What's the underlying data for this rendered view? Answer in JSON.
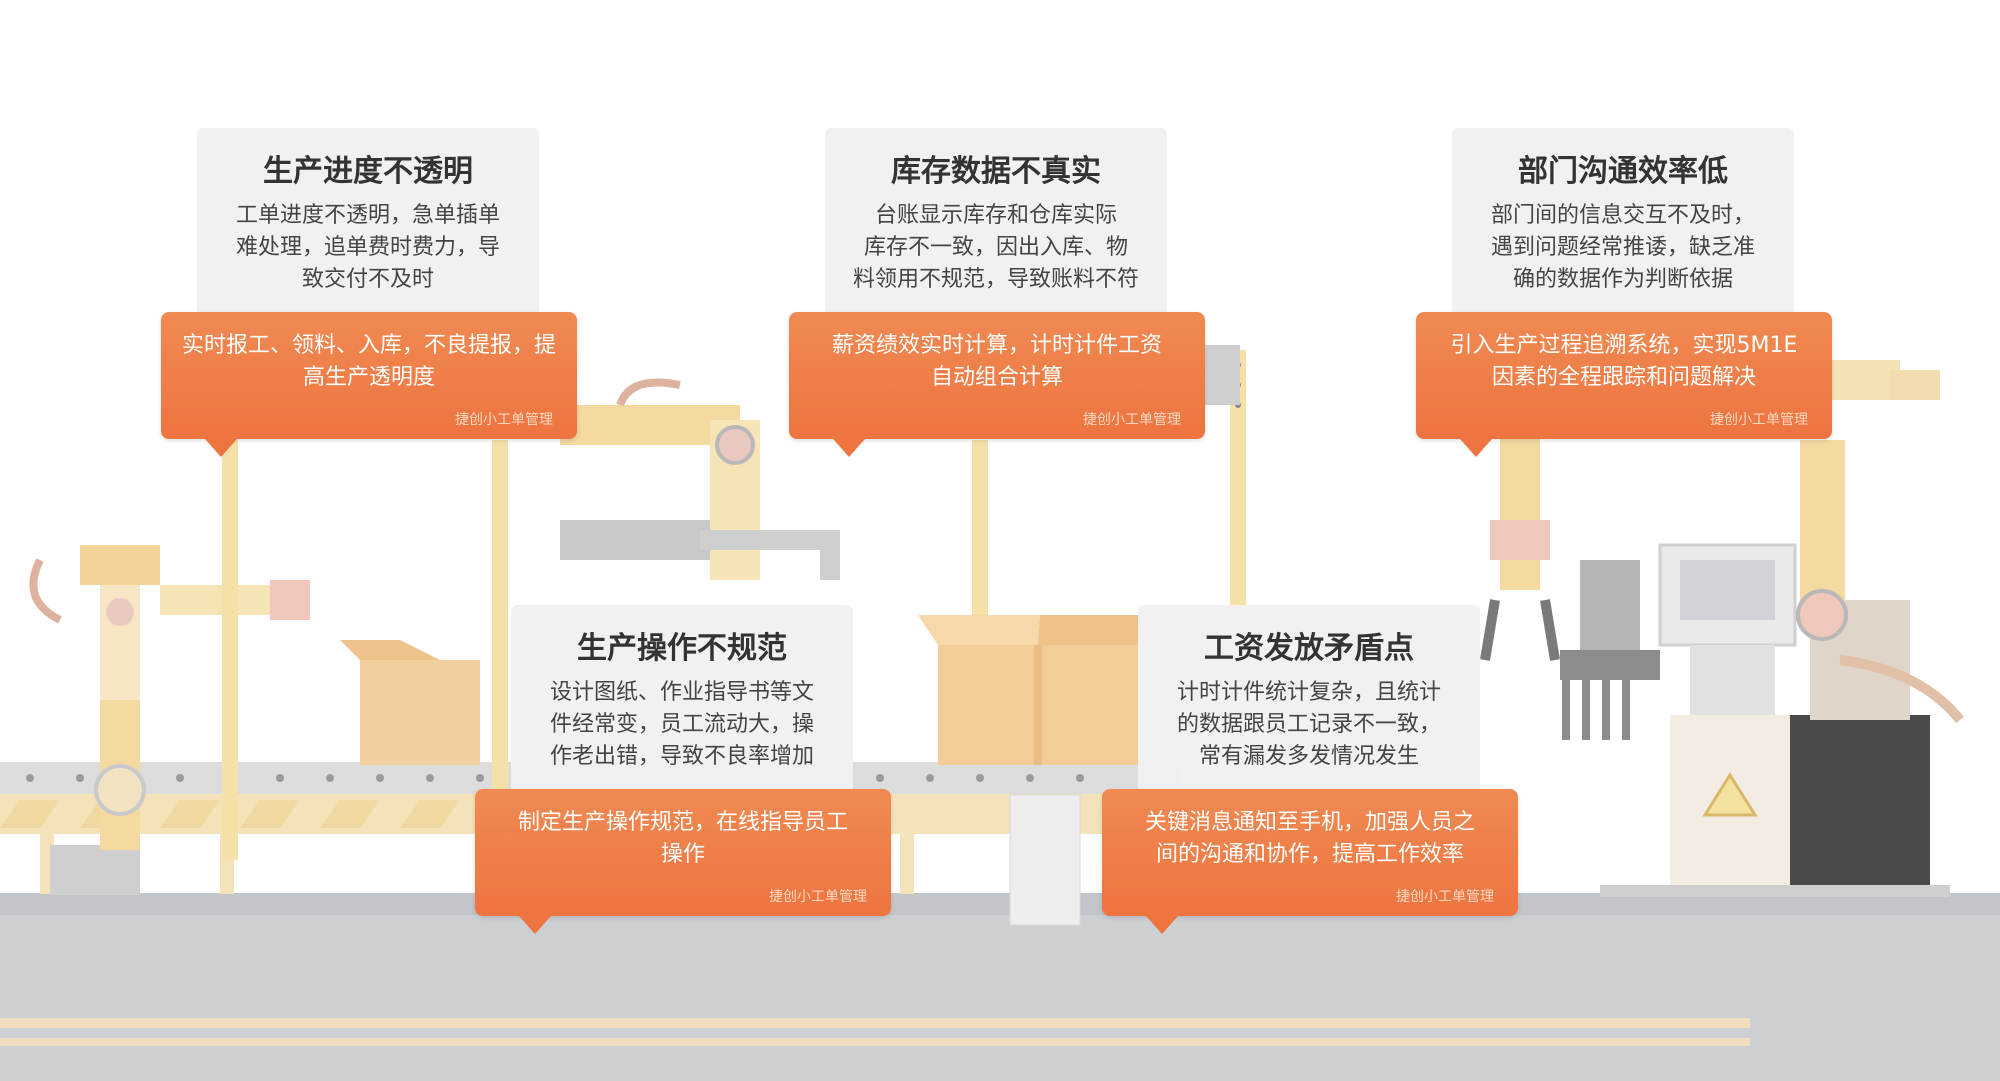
{
  "brand": "捷创小工单管理",
  "colors": {
    "accent": "#ee7440",
    "problem_bg": "#f0f0f0",
    "title": "#333333"
  },
  "cards": [
    {
      "title": "生产进度不透明",
      "desc_lines": [
        "工单进度不透明，急单插单",
        "难处理，追单费时费力，导",
        "致交付不及时"
      ],
      "solution_lines": [
        "实时报工、领料、入库，不良提报，提",
        "高生产透明度"
      ]
    },
    {
      "title": "库存数据不真实",
      "desc_lines": [
        "台账显示库存和仓库实际",
        "库存不一致，因出入库、物",
        "料领用不规范，导致账料不符"
      ],
      "solution_lines": [
        "薪资绩效实时计算，计时计件工资",
        "自动组合计算"
      ]
    },
    {
      "title": "部门沟通效率低",
      "desc_lines": [
        "部门间的信息交互不及时，",
        "遇到问题经常推诿，缺乏准",
        "确的数据作为判断依据"
      ],
      "solution_lines": [
        "引入生产过程追溯系统，实现5M1E",
        "因素的全程跟踪和问题解决"
      ]
    },
    {
      "title": "生产操作不规范",
      "desc_lines": [
        "设计图纸、作业指导书等文",
        "件经常变，员工流动大，操",
        "作老出错，导致不良率增加"
      ],
      "solution_lines": [
        "制定生产操作规范，在线指导员工",
        "操作"
      ]
    },
    {
      "title": "工资发放矛盾点",
      "desc_lines": [
        "计时计件统计复杂，且统计",
        "的数据跟员工记录不一致，",
        "常有漏发多发情况发生"
      ],
      "solution_lines": [
        "关键消息通知至手机，加强人员之",
        "间的沟通和协作，提高工作效率"
      ]
    }
  ]
}
